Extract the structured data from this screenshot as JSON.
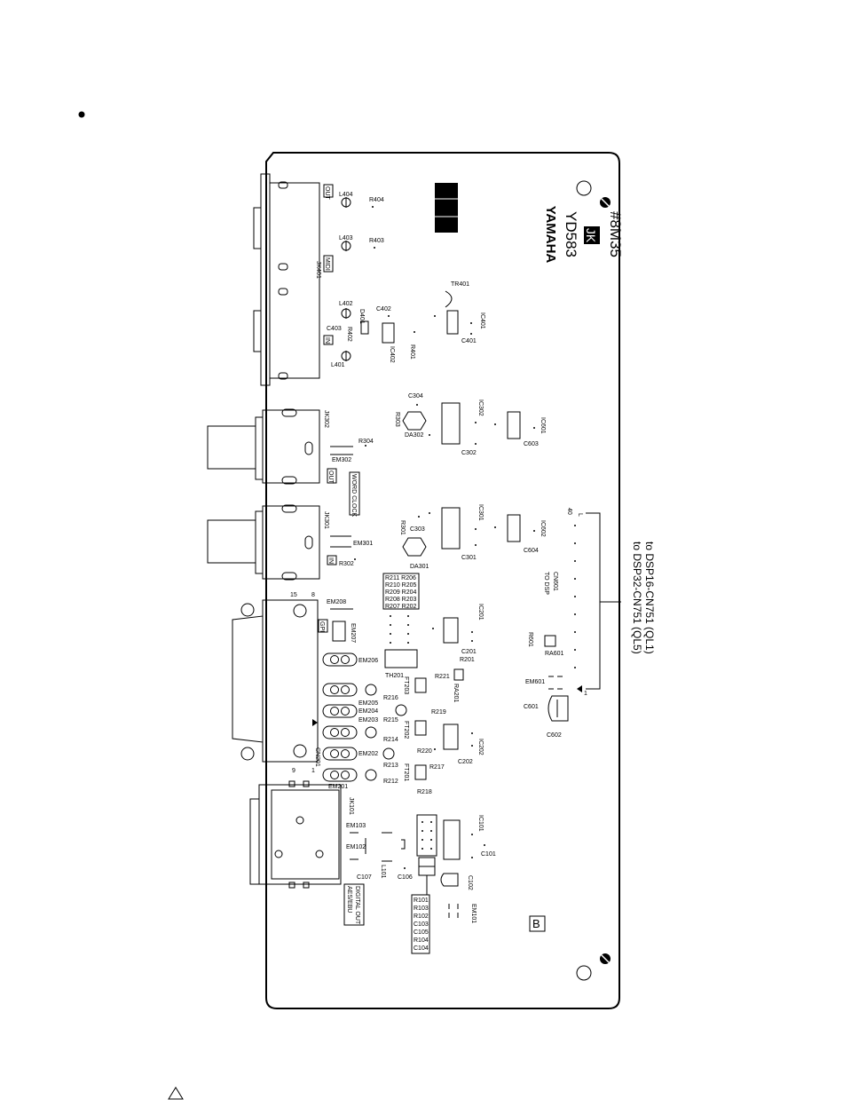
{
  "board": {
    "brand": "YAMAHA",
    "model": "YD583",
    "code": "JK",
    "part_no": "#8M35",
    "side_mark": "B"
  },
  "connectors": {
    "midi_out": "OUT",
    "midi_label": "MIDI",
    "midi_in": "IN",
    "midi_jack": "JK401",
    "wc_out_jack": "JK302",
    "wc_in_jack": "JK301",
    "wc_out": "OUT",
    "wc_in": "IN",
    "word_clock": "WORD CLOCK",
    "gpi": "GPI",
    "gpi_jack": "CN201",
    "aes_jack": "JK101",
    "aes_label_1": "DIGITAL OUT",
    "aes_label_2": "AES/EBU",
    "pin_15": "15",
    "pin_8": "8",
    "pin_9": "9",
    "pin_1": "1"
  },
  "dsp_connector": {
    "name": "CN601",
    "title": "TO DSP",
    "pin_40": "40",
    "pin_1": "1",
    "note_1": "to DSP32-CN751 (QL5)",
    "note_2": "to DSP16-CN751 (QL1)"
  },
  "refs": {
    "l404": "L404",
    "r404": "R404",
    "l403": "L403",
    "r403": "R403",
    "l402": "L402",
    "l401": "L401",
    "c403": "C403",
    "d401": "D401",
    "r402": "R402",
    "c402": "C402",
    "ic402": "IC402",
    "r401": "R401",
    "tr401": "TR401",
    "ic401": "IC401",
    "c401": "C401",
    "c304": "C304",
    "r303": "R303",
    "da302": "DA302",
    "ic302": "IC302",
    "c302": "C302",
    "ic601": "IC601",
    "c603": "C603",
    "r304": "R304",
    "em302": "EM302",
    "r301": "R301",
    "c303": "C303",
    "da301": "DA301",
    "ic301": "IC301",
    "c301": "C301",
    "ic602": "IC602",
    "c604": "C604",
    "em301": "EM301",
    "r302": "R302",
    "res_block": [
      "R211 R206",
      "R210 R205",
      "R209 R204",
      "R208 R203",
      "R207 R202"
    ],
    "em208": "EM208",
    "em207": "EM207",
    "ic201": "IC201",
    "c201": "C201",
    "r201": "R201",
    "em206": "EM206",
    "th201": "TH201",
    "r221": "R221",
    "ft203": "FT203",
    "ra201": "RA201",
    "r216": "R216",
    "em205": "EM205",
    "em204": "EM204",
    "r219": "R219",
    "em203": "EM203",
    "r215": "R215",
    "ft202": "FT202",
    "r214": "R214",
    "ic202": "IC202",
    "r220": "R220",
    "em202": "EM202",
    "c202": "C202",
    "r213": "R213",
    "r217": "R217",
    "ft201": "FT201",
    "em201": "EM201",
    "r212": "R212",
    "r218": "R218",
    "r601": "R601",
    "ra601": "RA601",
    "em601": "EM601",
    "c601": "C601",
    "c602": "C602",
    "em103": "EM103",
    "em102": "EM102",
    "l101": "L101",
    "c107": "C107",
    "c106": "C106",
    "ic101": "IC101",
    "c101": "C101",
    "c102": "C102",
    "em101": "EM101",
    "res_column": [
      "R101",
      "R103",
      "R102",
      "C103",
      "C105",
      "R104",
      "C104"
    ]
  }
}
